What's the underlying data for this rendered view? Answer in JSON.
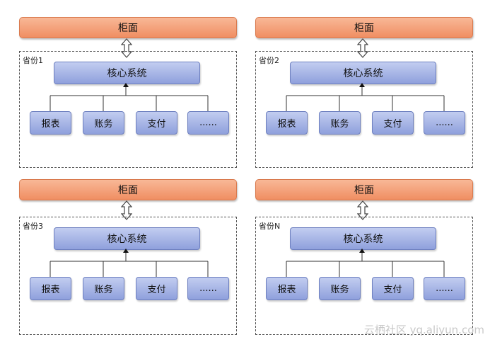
{
  "quadrants": [
    {
      "counter": "柜面",
      "province": "省份1",
      "core": "核心系统",
      "modules": [
        "报表",
        "账务",
        "支付",
        "......"
      ]
    },
    {
      "counter": "柜面",
      "province": "省份2",
      "core": "核心系统",
      "modules": [
        "报表",
        "账务",
        "支付",
        "......"
      ]
    },
    {
      "counter": "柜面",
      "province": "省份3",
      "core": "核心系统",
      "modules": [
        "报表",
        "账务",
        "支付",
        "......"
      ]
    },
    {
      "counter": "柜面",
      "province": "省份N",
      "core": "核心系统",
      "modules": [
        "报表",
        "账务",
        "支付",
        "......"
      ]
    }
  ],
  "watermark": "云栖社区 yq.aliyun.com"
}
